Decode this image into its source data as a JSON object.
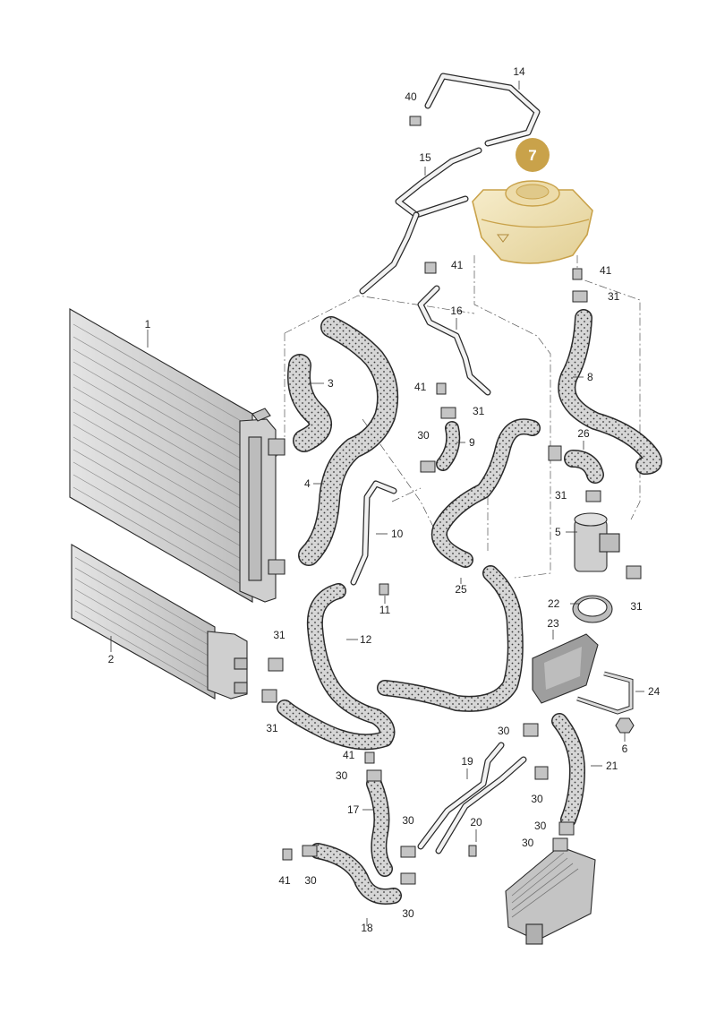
{
  "highlight": {
    "part_number": "7",
    "color": "#c9a24a",
    "tank_fill": "#f1e4bc"
  },
  "callouts": [
    {
      "key": "c1",
      "label": "1"
    },
    {
      "key": "c2",
      "label": "2"
    },
    {
      "key": "c3",
      "label": "3"
    },
    {
      "key": "c4",
      "label": "4"
    },
    {
      "key": "c5",
      "label": "5"
    },
    {
      "key": "c6",
      "label": "6"
    },
    {
      "key": "c8",
      "label": "8"
    },
    {
      "key": "c9",
      "label": "9"
    },
    {
      "key": "c10",
      "label": "10"
    },
    {
      "key": "c11",
      "label": "11"
    },
    {
      "key": "c12",
      "label": "12"
    },
    {
      "key": "c14",
      "label": "14"
    },
    {
      "key": "c15",
      "label": "15"
    },
    {
      "key": "c16",
      "label": "16"
    },
    {
      "key": "c17",
      "label": "17"
    },
    {
      "key": "c18",
      "label": "18"
    },
    {
      "key": "c19",
      "label": "19"
    },
    {
      "key": "c20",
      "label": "20"
    },
    {
      "key": "c21",
      "label": "21"
    },
    {
      "key": "c22",
      "label": "22"
    },
    {
      "key": "c23",
      "label": "23"
    },
    {
      "key": "c24",
      "label": "24"
    },
    {
      "key": "c25",
      "label": "25"
    },
    {
      "key": "c26",
      "label": "26"
    },
    {
      "key": "c30a",
      "label": "30"
    },
    {
      "key": "c30b",
      "label": "30"
    },
    {
      "key": "c30c",
      "label": "30"
    },
    {
      "key": "c30d",
      "label": "30"
    },
    {
      "key": "c30e",
      "label": "30"
    },
    {
      "key": "c30f",
      "label": "30"
    },
    {
      "key": "c30g",
      "label": "30"
    },
    {
      "key": "c30h",
      "label": "30"
    },
    {
      "key": "c30i",
      "label": "30"
    },
    {
      "key": "c31a",
      "label": "31"
    },
    {
      "key": "c31b",
      "label": "31"
    },
    {
      "key": "c31c",
      "label": "31"
    },
    {
      "key": "c31d",
      "label": "31"
    },
    {
      "key": "c31e",
      "label": "31"
    },
    {
      "key": "c31f",
      "label": "31"
    },
    {
      "key": "c40",
      "label": "40"
    },
    {
      "key": "c41a",
      "label": "41"
    },
    {
      "key": "c41b",
      "label": "41"
    },
    {
      "key": "c41c",
      "label": "41"
    },
    {
      "key": "c41d",
      "label": "41"
    },
    {
      "key": "c41e",
      "label": "41"
    }
  ],
  "labels": {
    "c1": "1",
    "c2": "2",
    "c3": "3",
    "c4": "4",
    "c5": "5",
    "c6": "6",
    "c8": "8",
    "c9": "9",
    "c10": "10",
    "c11": "11",
    "c12": "12",
    "c14": "14",
    "c15": "15",
    "c16": "16",
    "c17": "17",
    "c18": "18",
    "c19": "19",
    "c20": "20",
    "c21": "21",
    "c22": "22",
    "c23": "23",
    "c24": "24",
    "c25": "25",
    "c26": "26",
    "c30a": "30",
    "c30b": "30",
    "c30c": "30",
    "c30d": "30",
    "c30e": "30",
    "c30f": "30",
    "c30g": "30",
    "c30h": "30",
    "c30i": "30",
    "c31a": "31",
    "c31b": "31",
    "c31c": "31",
    "c31d": "31",
    "c31e": "31",
    "c31f": "31",
    "c40": "40",
    "c41a": "41",
    "c41b": "41",
    "c41c": "41",
    "c41d": "41",
    "c41e": "41"
  },
  "colors": {
    "hose_fill": "#d6d6d6",
    "hose_dots": "#3a3a3a",
    "radiator_fill": "#d9d9d9",
    "radiator_fin": "#8c8c8c",
    "metal_fill": "#c4c4c4",
    "outline": "#2a2a2a"
  }
}
